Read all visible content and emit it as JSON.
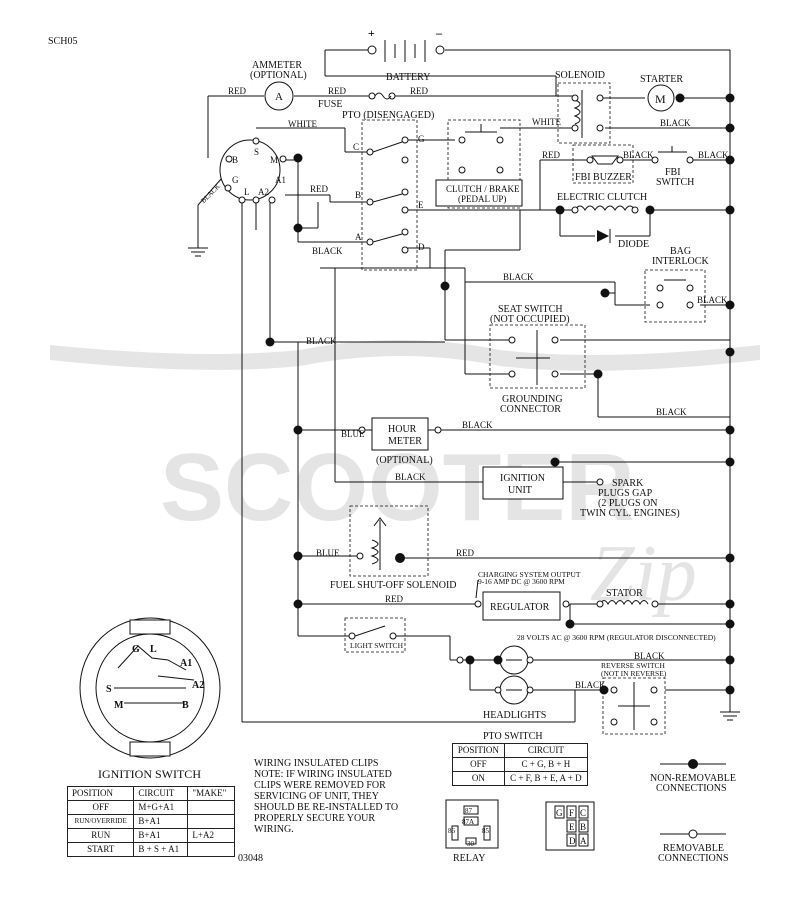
{
  "page": {
    "code": "SCH05",
    "doc_number": "03048"
  },
  "watermark": {
    "text": "SCOOTER",
    "script": "Zip"
  },
  "components": {
    "battery": {
      "label": "BATTERY",
      "plus": "+",
      "minus": "–"
    },
    "ammeter": {
      "label": "AMMETER",
      "sub": "(OPTIONAL)",
      "symbol": "A"
    },
    "fuse": "FUSE",
    "solenoid": "SOLENOID",
    "starter": {
      "label": "STARTER",
      "symbol": "M"
    },
    "pto": "PTO (DISENGAGED)",
    "clutch_brake": {
      "line1": "CLUTCH / BRAKE",
      "line2": "(PEDAL UP)"
    },
    "fbi_buzzer": "FBI BUZZER",
    "fbi_switch": {
      "line1": "FBI",
      "line2": "SWITCH"
    },
    "electric_clutch": "ELECTRIC CLUTCH",
    "diode": "DIODE",
    "bag_interlock": {
      "line1": "BAG",
      "line2": "INTERLOCK"
    },
    "seat_switch": {
      "line1": "SEAT SWITCH",
      "line2": "(NOT OCCUPIED)"
    },
    "grounding_connector": {
      "line1": "GROUNDING",
      "line2": "CONNECTOR"
    },
    "hour_meter": {
      "line1": "HOUR",
      "line2": "METER",
      "sub": "(OPTIONAL)"
    },
    "ignition_unit": {
      "line1": "IGNITION",
      "line2": "UNIT"
    },
    "spark_plugs": {
      "line1": "SPARK",
      "line2": "PLUGS GAP",
      "line3": "(2 PLUGS ON",
      "line4": "TWIN CYL. ENGINES)"
    },
    "fuel_solenoid": "FUEL SHUT-OFF SOLENOID",
    "charging": {
      "line1": "CHARGING SYSTEM OUTPUT",
      "line2": "9-16 AMP DC @ 3600 RPM"
    },
    "regulator": "REGULATOR",
    "stator": "STATOR",
    "stator_note": "28 VOLTS AC @ 3600 RPM (REGULATOR DISCONNECTED)",
    "light_switch": "LIGHT SWITCH",
    "headlights": "HEADLIGHTS",
    "reverse_switch": {
      "line1": "REVERSE SWITCH",
      "line2": "(NOT IN REVERSE)"
    },
    "ignition_switch": "IGNITION SWITCH",
    "relay": "RELAY"
  },
  "terminals": {
    "ign": [
      "B",
      "S",
      "M",
      "G",
      "L",
      "A2",
      "A1"
    ],
    "pto": [
      "C",
      "G",
      "B",
      "E",
      "A",
      "D"
    ],
    "relay": [
      "87",
      "87A",
      "86",
      "85",
      "30"
    ],
    "pto_switch_face": [
      "G",
      "F",
      "C",
      "E",
      "B",
      "D",
      "A"
    ],
    "ign_face": [
      "G",
      "L",
      "A1",
      "A2",
      "S",
      "B",
      "M"
    ]
  },
  "wire_colors": {
    "red": "RED",
    "black": "BLACK",
    "white": "WHITE",
    "blue": "BLUE"
  },
  "ignition_table": {
    "headers": [
      "POSITION",
      "CIRCUIT",
      "\"MAKE\""
    ],
    "rows": [
      [
        "OFF",
        "M+G+A1",
        ""
      ],
      [
        "RUN/OVERRIDE",
        "B+A1",
        ""
      ],
      [
        "RUN",
        "B+A1",
        "L+A2"
      ],
      [
        "START",
        "B + S + A1",
        ""
      ]
    ]
  },
  "pto_table": {
    "title": "PTO SWITCH",
    "headers": [
      "POSITION",
      "CIRCUIT"
    ],
    "rows": [
      [
        "OFF",
        "C + G, B + H"
      ],
      [
        "ON",
        "C + F, B + E, A + D"
      ]
    ]
  },
  "note": {
    "title": "WIRING INSULATED CLIPS",
    "lines": [
      "NOTE:  IF WIRING INSULATED",
      "CLIPS WERE REMOVED FOR",
      "SERVICING OF UNIT, THEY",
      "SHOULD BE RE-INSTALLED TO",
      "PROPERLY SECURE YOUR",
      "WIRING."
    ]
  },
  "legend": {
    "non_removable": {
      "line1": "NON-REMOVABLE",
      "line2": "CONNECTIONS"
    },
    "removable": {
      "line1": "REMOVABLE",
      "line2": "CONNECTIONS"
    }
  }
}
